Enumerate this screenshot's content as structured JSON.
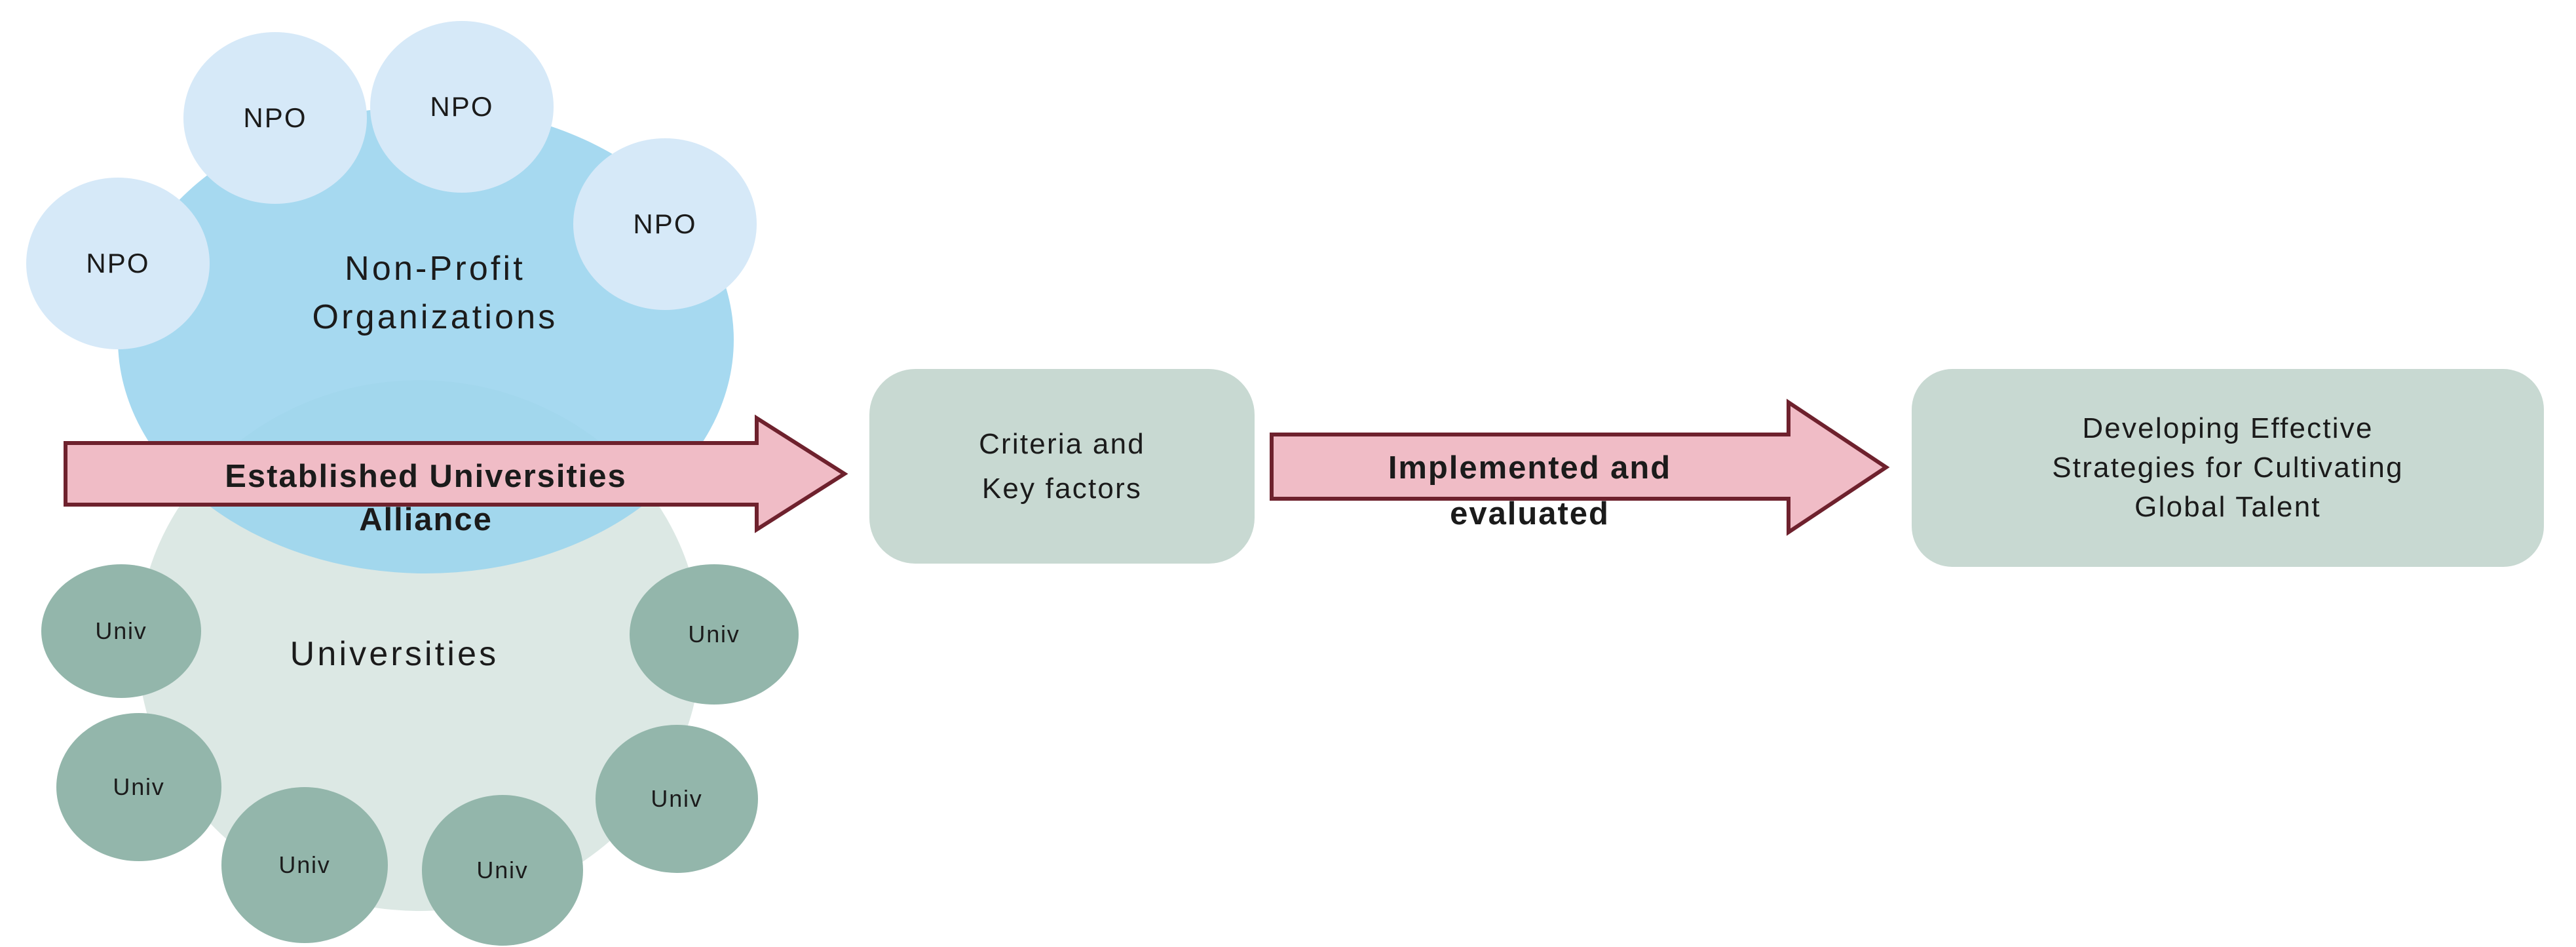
{
  "colors": {
    "background": "#ffffff",
    "npo_circle": "#9ad4ee",
    "npo_satellite": "#d6e9f8",
    "univ_circle": "#dce8e4",
    "univ_satellite": "#93b6ab",
    "process_box": "#c8d9d2",
    "arrow_fill": "#f0bcc6",
    "arrow_border": "#6e212d",
    "text": "#1b1b1b"
  },
  "npo_cluster": {
    "label": [
      "Non-Profit",
      "Organizations"
    ],
    "satellites": [
      "NPO",
      "NPO",
      "NPO",
      "NPO"
    ]
  },
  "univ_cluster": {
    "label": "Universities",
    "satellites": [
      "Univ",
      "Univ",
      "Univ",
      "Univ",
      "Univ",
      "Univ"
    ]
  },
  "flow": {
    "arrow1": {
      "label_line1": "Established Universities",
      "label_line2": "Alliance"
    },
    "box1": {
      "line1": "Criteria and",
      "line2": "Key factors"
    },
    "arrow2": {
      "label_line1": "Implemented and",
      "label_line2": "evaluated"
    },
    "box2": {
      "line1": "Developing Effective",
      "line2": "Strategies for Cultivating",
      "line3": "Global Talent"
    }
  }
}
